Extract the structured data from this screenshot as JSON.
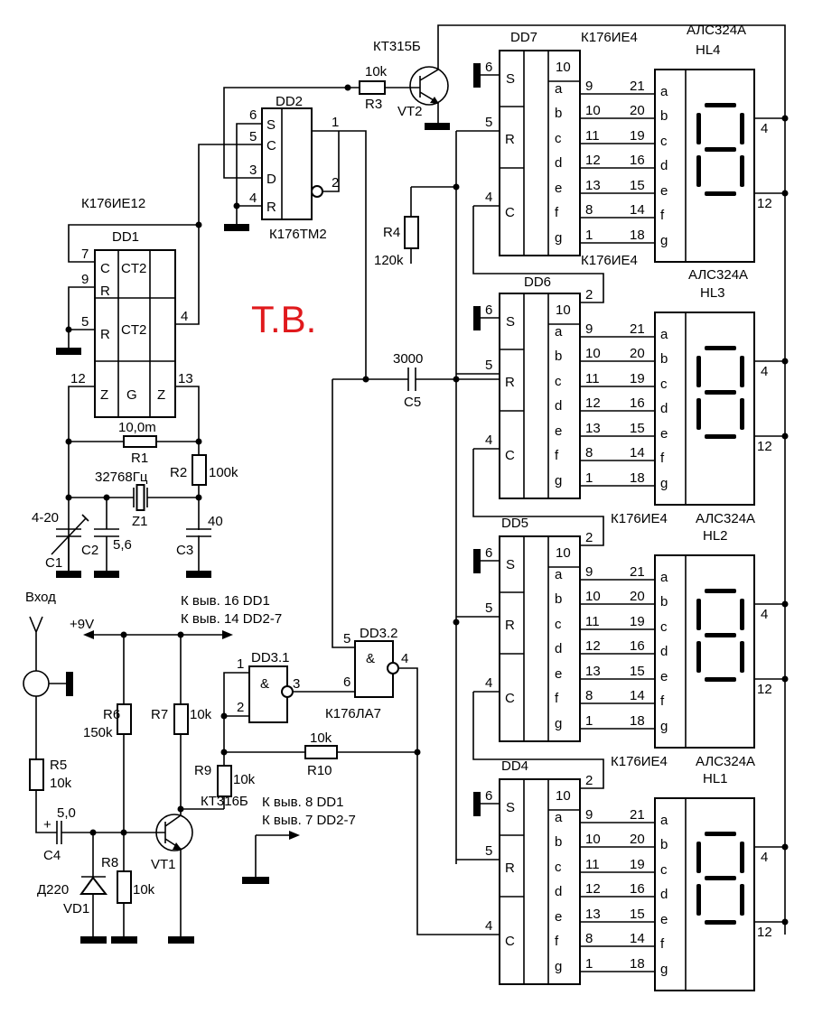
{
  "colors": {
    "ink": "#000000",
    "accent": "#e0191c",
    "background": "#ffffff"
  },
  "title_mark": "Т.В.",
  "input_label": "Вход",
  "power": {
    "supply": "+9V",
    "note1": "К выв. 16 DD1",
    "note2": "К выв. 14 DD2-7",
    "gnd_note1": "К выв. 8 DD1",
    "gnd_note2": "К выв. 7 DD2-7"
  },
  "dd1": {
    "type": "К176ИЕ12",
    "name": "DD1",
    "cells": [
      "C",
      "CT2",
      "R",
      "R",
      "CT2",
      "Z",
      "G",
      "Z"
    ],
    "pins": {
      "c": "7",
      "r1": "9",
      "r2": "5",
      "out": "4",
      "z1": "12",
      "z2": "13"
    }
  },
  "dd2": {
    "type": "К176ТМ2",
    "name": "DD2",
    "inputs": [
      "S",
      "C",
      "D",
      "R"
    ],
    "pins": {
      "s": "6",
      "c": "5",
      "d": "3",
      "r": "4",
      "q": "1",
      "nq": "2"
    }
  },
  "dd3": {
    "type": "К176ЛА7",
    "gate1": {
      "name": "DD3.1",
      "symbol": "&",
      "in1": "1",
      "in2": "2",
      "out": "3"
    },
    "gate2": {
      "name": "DD3.2",
      "symbol": "&",
      "in1": "5",
      "in2": "6",
      "out": "4"
    }
  },
  "components": {
    "r1": {
      "ref": "R1",
      "value": "10,0m"
    },
    "r2": {
      "ref": "R2",
      "value": "100k"
    },
    "r3": {
      "ref": "R3",
      "value": "10k"
    },
    "r4": {
      "ref": "R4",
      "value": "120k"
    },
    "r5": {
      "ref": "R5",
      "value": "10k"
    },
    "r6": {
      "ref": "R6",
      "value": "150k"
    },
    "r7": {
      "ref": "R7",
      "value": "10k"
    },
    "r8": {
      "ref": "R8",
      "value": "10k"
    },
    "r9": {
      "ref": "R9",
      "value": "10k"
    },
    "r10": {
      "ref": "R10",
      "value": "10k"
    },
    "c1": {
      "ref": "C1",
      "value": "4-20"
    },
    "c2": {
      "ref": "C2",
      "value": "5,6"
    },
    "c3": {
      "ref": "C3",
      "value": "40"
    },
    "c4": {
      "ref": "C4",
      "value": "5,0",
      "polarity": "+"
    },
    "c5": {
      "ref": "C5",
      "value": "3000"
    },
    "z1": {
      "ref": "Z1",
      "value": "32768Гц"
    },
    "vt1": {
      "ref": "VT1",
      "value": "КТ316Б"
    },
    "vt2": {
      "ref": "VT2",
      "value": "КТ315Б"
    },
    "vd1": {
      "ref": "VD1",
      "value": "Д220"
    }
  },
  "counter_common": {
    "type": "К176ИЕ4",
    "display_type": "АЛС324А",
    "left_cells": [
      "S",
      "R",
      "C"
    ],
    "left_pins": [
      "6",
      "5",
      "4"
    ],
    "top_cell": "10",
    "carry_pin": "2",
    "segments": [
      "a",
      "b",
      "c",
      "d",
      "e",
      "f",
      "g"
    ],
    "out_pins": [
      "9",
      "10",
      "11",
      "12",
      "13",
      "8",
      "1"
    ],
    "display_pins": [
      "21",
      "20",
      "19",
      "16",
      "15",
      "14",
      "18"
    ],
    "display_common_pins": [
      "4",
      "12"
    ]
  },
  "counters": [
    {
      "name": "DD7",
      "display": "HL4"
    },
    {
      "name": "DD6",
      "display": "HL3"
    },
    {
      "name": "DD5",
      "display": "HL2"
    },
    {
      "name": "DD4",
      "display": "HL1"
    }
  ]
}
